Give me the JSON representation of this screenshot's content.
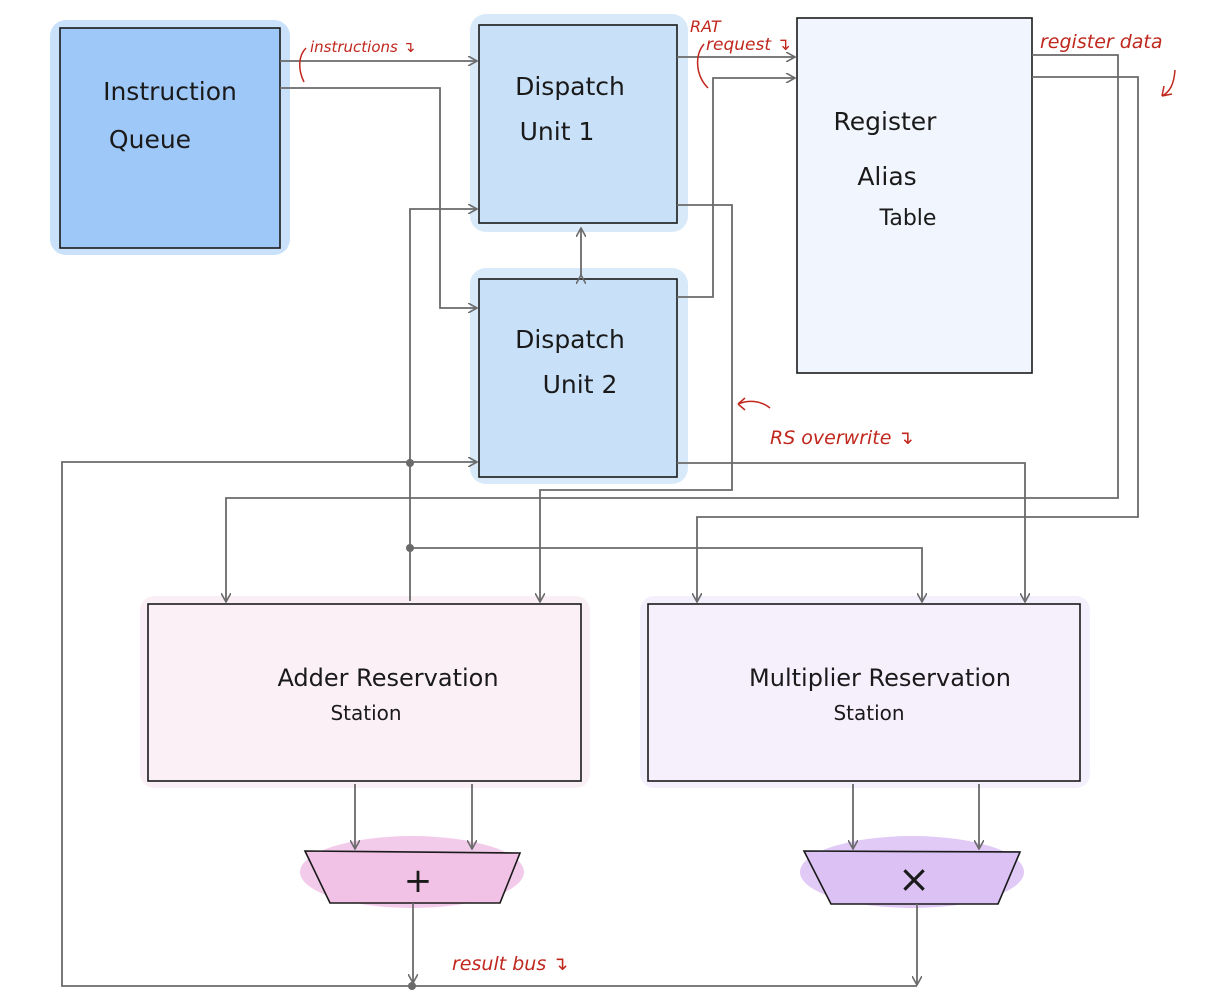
{
  "blocks": {
    "instruction_queue": {
      "line1": "Instruction",
      "line2": "Queue"
    },
    "dispatch_unit_1": {
      "line1": "Dispatch",
      "line2": "Unit 1"
    },
    "dispatch_unit_2": {
      "line1": "Dispatch",
      "line2": "Unit 2"
    },
    "register_alias_table": {
      "line1": "Register",
      "line2": "Alias",
      "line3": "Table"
    },
    "adder_rs": {
      "line1": "Adder Reservation",
      "line2": "Station"
    },
    "multiplier_rs": {
      "line1": "Multiplier Reservation",
      "line2": "Station"
    },
    "adder_alu": {
      "symbol": "+"
    },
    "multiplier_alu": {
      "symbol": "×"
    }
  },
  "annotations": {
    "instructions": "instructions ↴",
    "rat_title": "RAT",
    "rat_request": "request ↴",
    "register_data": "register data",
    "rs_overwrite": "RS overwrite ↴",
    "result_bus": "result bus ↴"
  },
  "colors": {
    "instruction_queue": "#9ec8f8",
    "dispatch": "#c8e0f8",
    "register_alias_table": "#f1f5fd",
    "adder_rs": "#fbf0f6",
    "multiplier_rs": "#f6f0fd",
    "adder_alu": "#f1c2e6",
    "multiplier_alu": "#dcc1f4",
    "annotation": "#c0281e",
    "wire": "#6a6a6a"
  }
}
